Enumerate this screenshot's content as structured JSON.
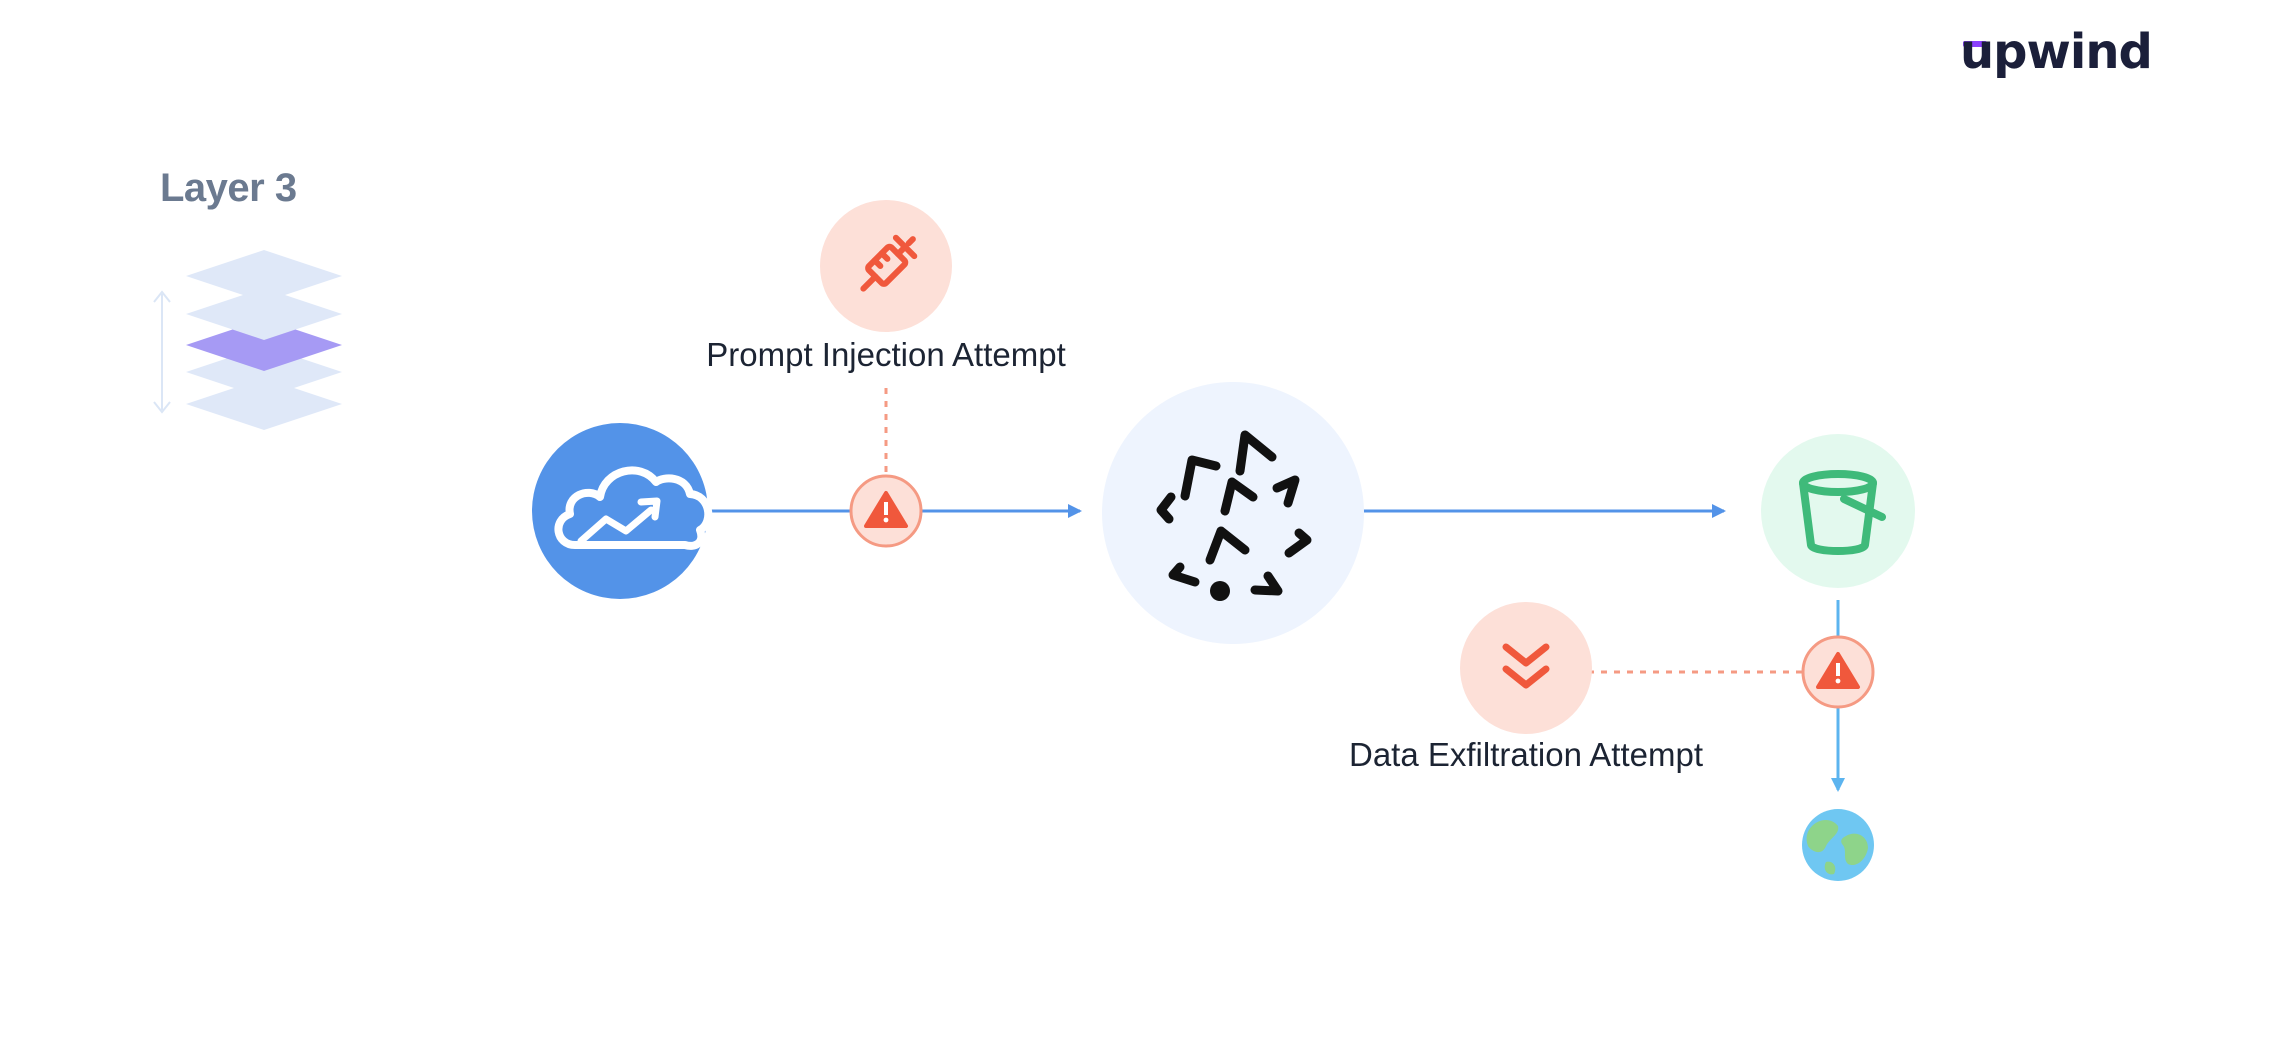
{
  "brand": {
    "logo_text": "upwind"
  },
  "layer": {
    "title": "Layer 3"
  },
  "nodes": {
    "source": {
      "icon": "cloud-analytics-icon"
    },
    "injection": {
      "icon": "syringe-icon",
      "label": "Prompt Injection Attempt"
    },
    "agent": {
      "icon": "scatter-arrows-icon"
    },
    "storage": {
      "icon": "bucket-icon"
    },
    "exfiltration": {
      "icon": "double-chevron-down-icon",
      "label": "Data Exfiltration Attempt"
    },
    "internet": {
      "icon": "globe-icon"
    }
  },
  "colors": {
    "flow_line": "#5393e8",
    "alert": "#f0583c",
    "alert_bg": "#fde0d8",
    "agent_bg": "#eef4fe",
    "storage": "#3fba7a",
    "storage_bg": "#e3f9ee",
    "layer_active": "#a69af4",
    "layer_inactive": "#dfe8f8"
  }
}
